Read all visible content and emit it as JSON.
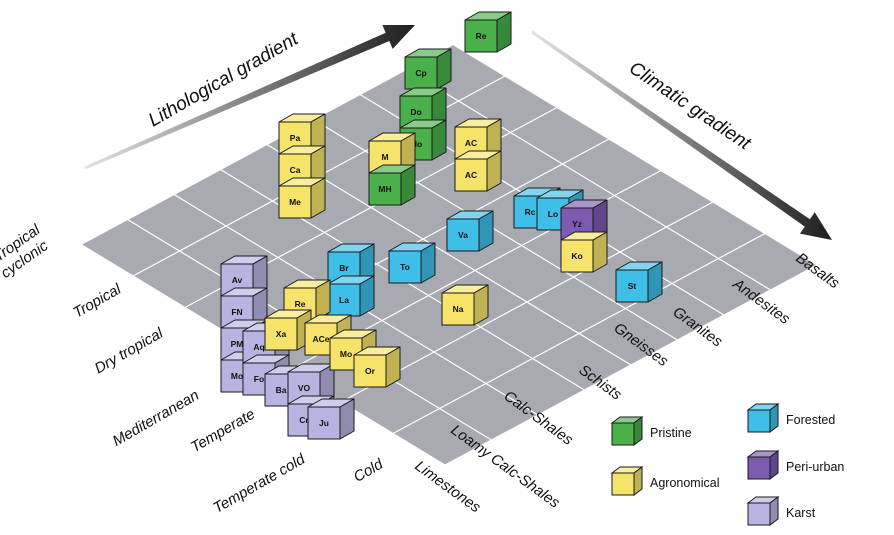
{
  "gradients": {
    "lithological": "Lithological gradient",
    "climatic": "Climatic gradient"
  },
  "climate_zones": [
    "Tropical cyclonic",
    "Tropical",
    "Dry tropical",
    "Mediterranean",
    "Temperate",
    "Temperate cold",
    "Cold"
  ],
  "lithologies": [
    "Limestones",
    "Loamy Calc-Shales",
    "Calc-Shales",
    "Schists",
    "Gneisses",
    "Granites",
    "Andesites",
    "Basalts"
  ],
  "legend": [
    {
      "label": "Pristine",
      "color": "#49b04a"
    },
    {
      "label": "Agronomical",
      "color": "#f6e36a"
    },
    {
      "label": "Forested",
      "color": "#3fbfe8"
    },
    {
      "label": "Peri-urban",
      "color": "#7c5bb0"
    },
    {
      "label": "Karst",
      "color": "#b8b4e2"
    }
  ],
  "karst_codes": [
    "Av",
    "FN",
    "PM",
    "Mo",
    "Aq",
    "Fo",
    "Ba",
    "VO",
    "Cr",
    "Ju"
  ],
  "cube_codes": [
    "Re",
    "Cp",
    "Do",
    "Mo",
    "Pa",
    "Ca",
    "Me",
    "M",
    "MH",
    "AC",
    "AC",
    "Va",
    "Rc",
    "Lo",
    "Yz",
    "Ko",
    "Br",
    "La",
    "To",
    "St",
    "Na",
    "Re",
    "Xa",
    "ACe",
    "Mo",
    "Or"
  ]
}
